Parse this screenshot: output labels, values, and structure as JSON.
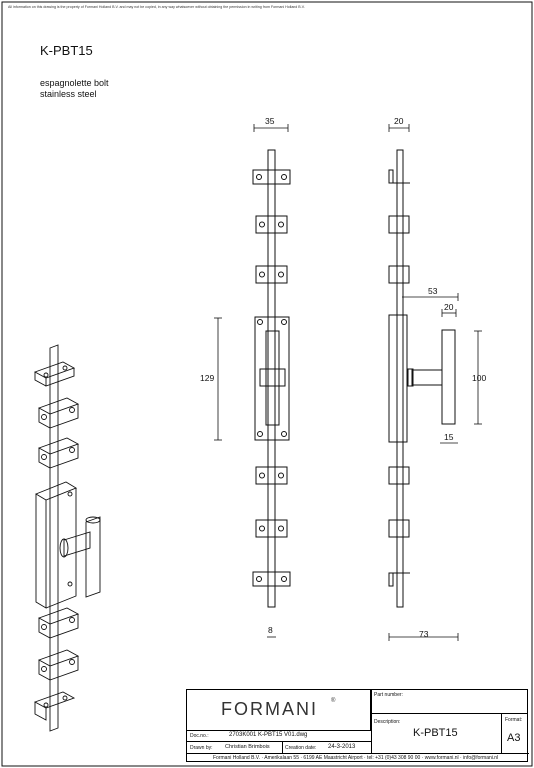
{
  "copyright": "All information on this drawing is the property of Formani Holland B.V. and may not be copied, in any way whatsoever without obtaining the permission in writing from Formani Holland B.V.",
  "product": {
    "code": "K-PBT15",
    "description_line1": "espagnolette bolt",
    "description_line2": "stainless steel"
  },
  "dimensions": {
    "front_width": "35",
    "side_width": "20",
    "handle_projection": "53",
    "handle_grip_width": "20",
    "plate_height": "129",
    "handle_height": "100",
    "handle_lever": "15",
    "rod_diameter": "8",
    "total_depth": "73"
  },
  "title_block": {
    "logo": "FORMANI",
    "logo_mark": "®",
    "part_number_label": "Part number:",
    "part_number": "",
    "description_label": "Description:",
    "description": "K-PBT15",
    "format_label": "Format:",
    "format": "A3",
    "doc_no_label": "Doc.no.:",
    "doc_no": "2703K001 K-PBT15 V01.dwg",
    "drawn_by_label": "Drawn by:",
    "drawn_by": "Christian Brimbois",
    "creation_date_label": "Creation date:",
    "creation_date": "24-3-2013",
    "footer": "Formani Holland B.V. · Amerikalaan 55 · 6199 AE Maastricht Airport · tel: +31 (0)43 308 90 00 · www.formani.nl · info@formani.nl"
  }
}
